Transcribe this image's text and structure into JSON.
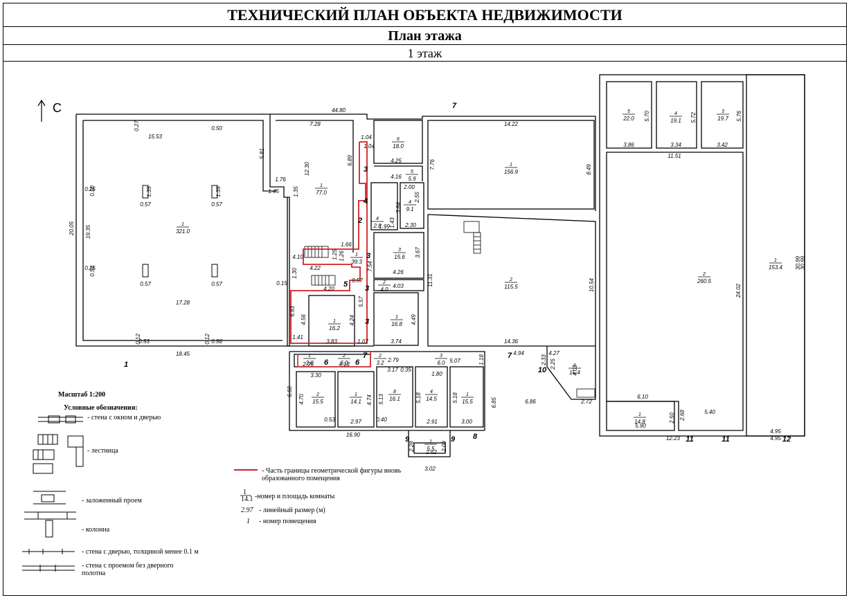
{
  "header": {
    "title": "ТЕХНИЧЕСКИЙ ПЛАН ОБЪЕКТА НЕДВИЖИМОСТИ",
    "subtitle": "План этажа",
    "floor": "1 этаж"
  },
  "north": "С",
  "plan": {
    "rooms": [
      {
        "no": "1",
        "area": "321.0"
      },
      {
        "no": "1",
        "area": "77.0"
      },
      {
        "no": "6",
        "area": "18.0"
      },
      {
        "no": "5",
        "area": "5.9"
      },
      {
        "no": "1",
        "area": "156.9"
      },
      {
        "no": "3",
        "area": "15.6"
      },
      {
        "no": "2",
        "area": "4.0"
      },
      {
        "no": "1",
        "area": "16.8"
      },
      {
        "no": "1",
        "area": "16.2"
      },
      {
        "no": "2",
        "area": "115.5"
      },
      {
        "no": "2",
        "area": "260.5"
      },
      {
        "no": "1",
        "area": "153.4"
      },
      {
        "no": "5",
        "area": "22.0"
      },
      {
        "no": "4",
        "area": "19.1"
      },
      {
        "no": "3",
        "area": "19.7"
      },
      {
        "no": "1",
        "area": "14.8"
      },
      {
        "no": "1",
        "area": "15.4"
      },
      {
        "no": "1",
        "area": "39.3"
      },
      {
        "no": "4",
        "area": "9.1"
      },
      {
        "no": "4",
        "area": "2.8"
      },
      {
        "no": "1",
        "area": "3.0"
      },
      {
        "no": "2",
        "area": "6.0"
      },
      {
        "no": "2",
        "area": "15.5"
      },
      {
        "no": "1",
        "area": "14.1"
      },
      {
        "no": "8",
        "area": "16.1"
      },
      {
        "no": "4",
        "area": "14.5"
      },
      {
        "no": "1",
        "area": "15.5"
      },
      {
        "no": "1",
        "area": "5.5"
      },
      {
        "no": "3",
        "area": "6.0"
      },
      {
        "no": "2",
        "area": "3.2"
      }
    ],
    "dims": [
      "44.80",
      "15.53",
      "0.27",
      "0.50",
      "5.81",
      "1.76",
      "1.45",
      "7.28",
      "12.30",
      "6.89",
      "1.35",
      "1.35",
      "1.35",
      "0.57",
      "0.57",
      "0.57",
      "0.57",
      "20.05",
      "19.35",
      "0.25",
      "0.50",
      "0.25",
      "0.50",
      "17.28",
      "18.45",
      "0.53",
      "0.56",
      "0.12",
      "0.12",
      "4.10",
      "4.22",
      "1.66",
      "1.26",
      "1.25",
      "1.30",
      "4.20",
      "6.93",
      "4.56",
      "1.41",
      "3.83",
      "4.24",
      "5.57",
      "1.07",
      "14.22",
      "8.49",
      "7.76",
      "4.25",
      "4.16",
      "2.00",
      "2.55",
      "3.84",
      "1.43",
      "1.99",
      "2.30",
      "3.67",
      "4.26",
      "4.03",
      "4.49",
      "3.74",
      "11.31",
      "10.54",
      "14.36",
      "4.94",
      "4.27",
      "2.33",
      "2.25",
      "4.03",
      "2.72",
      "6.86",
      "3.86",
      "5.70",
      "3.34",
      "5.72",
      "3.42",
      "5.76",
      "11.51",
      "24.02",
      "30.99",
      "30.99",
      "6.10",
      "2.50",
      "2.68",
      "5.90",
      "5.40",
      "12.23",
      "4.95",
      "4.95",
      "3.30",
      "4.70",
      "6.68",
      "0.53",
      "2.97",
      "4.74",
      "0.40",
      "16.90",
      "5.13",
      "5.18",
      "2.91",
      "5.18",
      "3.00",
      "6.85",
      "2.79",
      "3.17",
      "0.35",
      "1.80",
      "5.07",
      "1.18",
      "2.62",
      "3.02",
      "2.28",
      "2.09",
      "2.05",
      "4.18",
      "1.04",
      "1.04",
      "0.15",
      "7.54",
      "0.57"
    ],
    "labels": [
      "1",
      "7",
      "3",
      "4",
      "2",
      "3",
      "3",
      "3",
      "5",
      "6",
      "6",
      "7",
      "7",
      "10",
      "11",
      "11",
      "12",
      "9",
      "9",
      "8"
    ]
  },
  "legend": {
    "scale": "Масштаб 1:200",
    "heading": "Условные обозначения:",
    "items": [
      "- стена с окном и дверью",
      "- лестница",
      "- заложенный проем",
      "- колонна",
      "- стена с дверью, толщиной менее 0.1 м",
      "- стена с проемом без дверного",
      "полотна"
    ],
    "red_line_1": "- Часть границы геометрической фигуры вновь",
    "red_line_2": "образованного помещения",
    "room_sample_no": "1",
    "room_sample_area": "14.1",
    "room_desc": "-номер и площадь комнаты",
    "dim_sample": "2.97",
    "dim_desc": "- линейный размер (м)",
    "prem_sample": "1",
    "prem_desc": "- номер помещения"
  },
  "colors": {
    "line": "#000000",
    "highlight": "#d21f26"
  }
}
